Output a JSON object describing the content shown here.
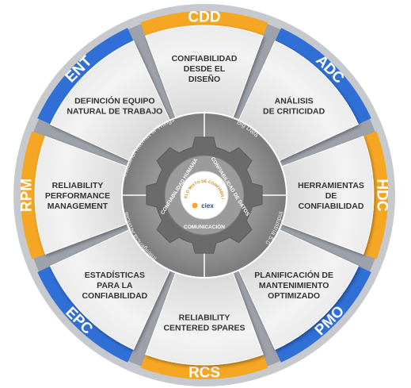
{
  "colors": {
    "orange": "#f5a623",
    "blue": "#2f6fd6",
    "segment_light": "#f2f2f2",
    "segment_dark": "#cfcfcf",
    "outer_ring": "#c9ccd1",
    "ring": "#8a8a8a",
    "gear": "#707070"
  },
  "segments": [
    {
      "code": "CDD",
      "lines": [
        "CONFIABILIDAD",
        "DESDE EL",
        "DISEÑO"
      ],
      "tab_color": "orange"
    },
    {
      "code": "ADC",
      "lines": [
        "ANÁLISIS",
        "DE CRITICIDAD"
      ],
      "tab_color": "blue"
    },
    {
      "code": "HDC",
      "lines": [
        "HERRAMIENTAS",
        "DE",
        "CONFIABILIDAD"
      ],
      "tab_color": "orange"
    },
    {
      "code": "PMO",
      "lines": [
        "PLANIFICACIÓN DE",
        "MANTENIMIENTO",
        "OPTIMIZADO"
      ],
      "tab_color": "blue"
    },
    {
      "code": "RCS",
      "lines": [
        "RELIABILITY",
        "CENTERED SPARES"
      ],
      "tab_color": "orange"
    },
    {
      "code": "EPC",
      "lines": [
        "ESTADÍSTICAS",
        "PARA LA",
        "CONFIABILIDAD"
      ],
      "tab_color": "blue"
    },
    {
      "code": "RPM",
      "lines": [
        "RELIABILITY",
        "PERFORMANCE",
        "MANAGEMENT"
      ],
      "tab_color": "orange"
    },
    {
      "code": "ENT",
      "lines": [
        "DEFINCIÓN EQUIPO",
        "NATURAL DE TRABAJO"
      ],
      "tab_color": "blue"
    }
  ],
  "ring_labels": {
    "top_left": "Industrial Internet of Things",
    "top_right": "Big Data",
    "bottom_right": "Industria 5.0",
    "bottom_left": "Inteligencia Artificial"
  },
  "gear_labels": {
    "left": "CONFIABILIDAD HUMANA",
    "right": "CONFIABILIDAD DE DATOS",
    "bottom": "COMUNICACIÓN"
  },
  "logo": {
    "arc_text": "MODELO MIXTO DE CONFIABILIDAD",
    "brand": "ciex"
  }
}
